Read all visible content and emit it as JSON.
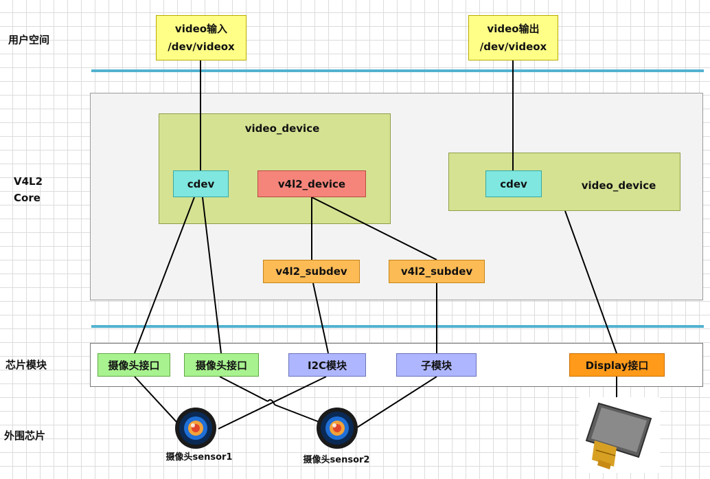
{
  "layers": {
    "user_space": "用户空间",
    "v4l2_core": "V4L2\nCore",
    "chip_module": "芯片模块",
    "peripheral": "外围芯片"
  },
  "user_space": {
    "video_input": "video输入\n/dev/videox",
    "video_output": "video输出\n/dev/videox"
  },
  "core": {
    "video_device_left": "video_device",
    "cdev_left": "cdev",
    "v4l2_device": "v4l2_device",
    "v4l2_subdev_1": "v4l2_subdev",
    "v4l2_subdev_2": "v4l2_subdev",
    "cdev_right": "cdev",
    "video_device_right": "video_device"
  },
  "chip": {
    "camera_if_1": "摄像头接口",
    "camera_if_2": "摄像头接口",
    "i2c_module": "I2C模块",
    "sub_module": "子模块",
    "display_if": "Display接口"
  },
  "peripheral": {
    "sensor1": "摄像头sensor1",
    "sensor2": "摄像头sensor2"
  }
}
